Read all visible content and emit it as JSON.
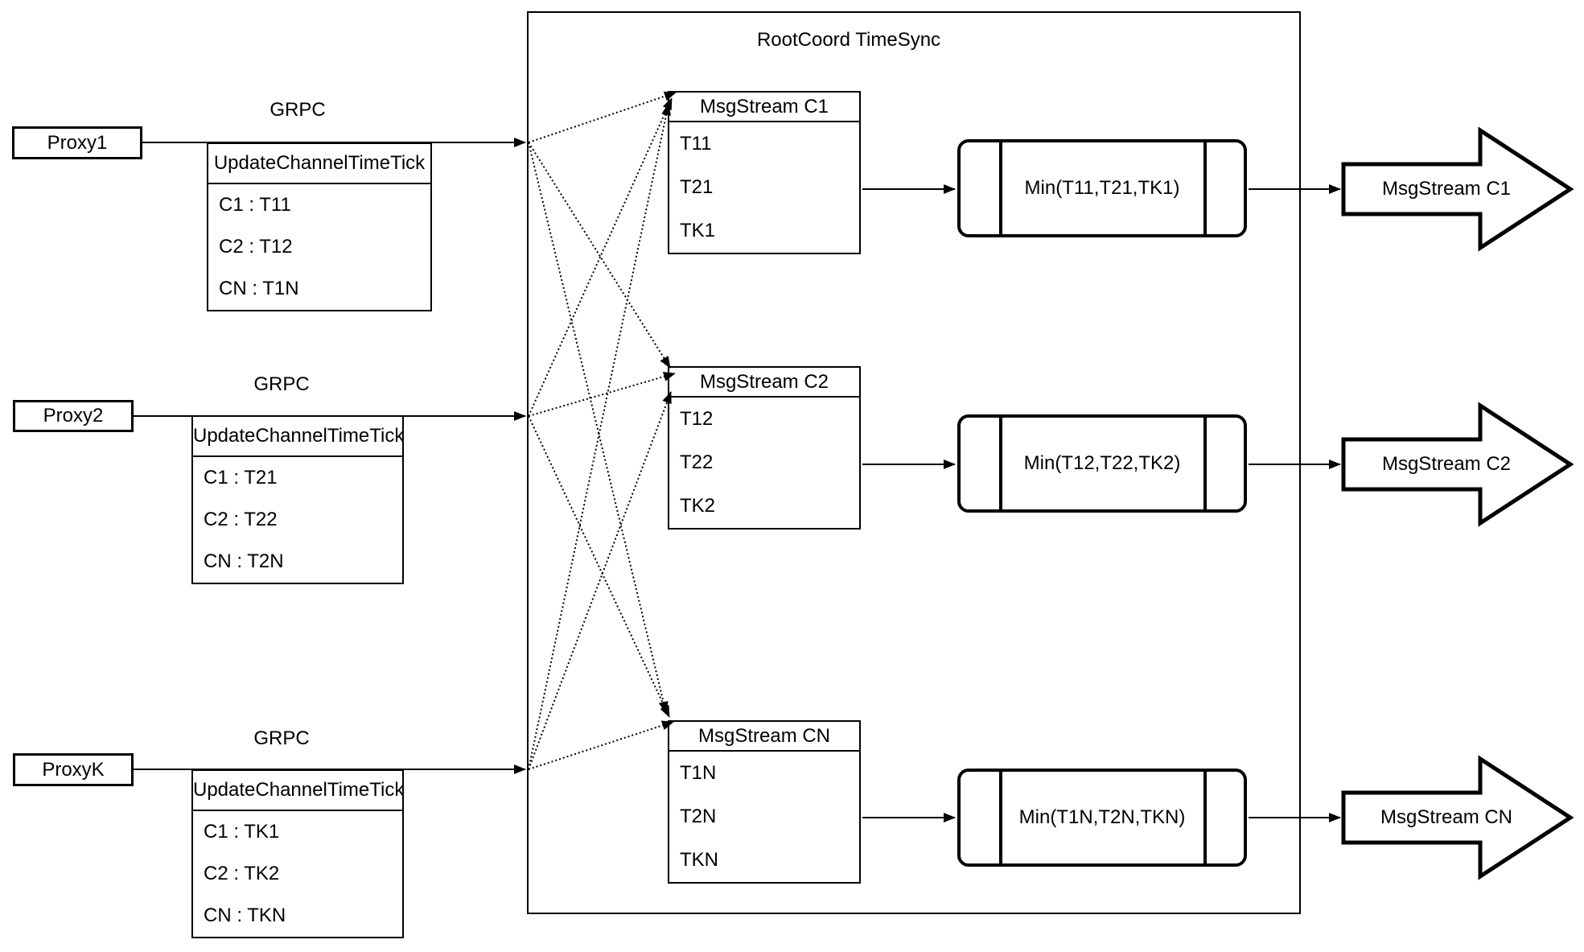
{
  "title": "RootCoord TimeSync",
  "colors": {
    "stroke": "#000000",
    "background": "#ffffff"
  },
  "rows": [
    {
      "proxy_label": "Proxy1",
      "grpc_label": "GRPC",
      "update_table": {
        "header": "UpdateChannelTimeTick",
        "rows": [
          "C1 : T11",
          "C2 : T12",
          "CN : T1N"
        ]
      },
      "msg_table": {
        "header": "MsgStream C1",
        "rows": [
          "T11",
          "T21",
          "TK1"
        ]
      },
      "min_label": "Min(T11,T21,TK1)",
      "output_label": "MsgStream C1"
    },
    {
      "proxy_label": "Proxy2",
      "grpc_label": "GRPC",
      "update_table": {
        "header": "UpdateChannelTimeTick",
        "rows": [
          "C1 : T21",
          "C2 : T22",
          "CN : T2N"
        ]
      },
      "msg_table": {
        "header": "MsgStream C2",
        "rows": [
          "T12",
          "T22",
          "TK2"
        ]
      },
      "min_label": "Min(T12,T22,TK2)",
      "output_label": "MsgStream C2"
    },
    {
      "proxy_label": "ProxyK",
      "grpc_label": "GRPC",
      "update_table": {
        "header": "UpdateChannelTimeTick",
        "rows": [
          "C1 : TK1",
          "C2 : TK2",
          "CN : TKN"
        ]
      },
      "msg_table": {
        "header": "MsgStream CN",
        "rows": [
          "T1N",
          "T2N",
          "TKN"
        ]
      },
      "min_label": "Min(T1N,T2N,TKN)",
      "output_label": "MsgStream CN"
    }
  ]
}
